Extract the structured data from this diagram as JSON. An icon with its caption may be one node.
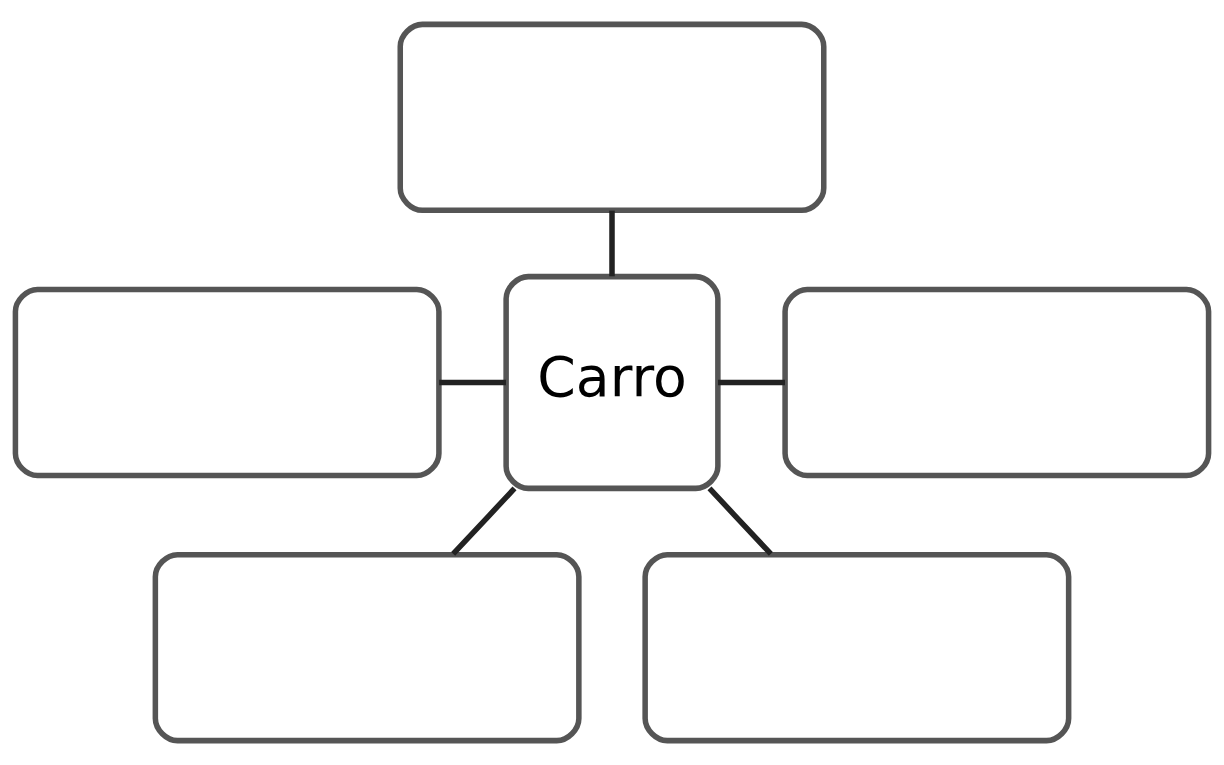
{
  "diagram": {
    "nodes": [
      {
        "text": [],
        "shape": "box"
      },
      {
        "text": [],
        "shape": "box"
      },
      {
        "text": [
          "Carro"
        ]
      },
      {
        "text": [],
        "shape": "box"
      },
      {
        "text": [],
        "shape": "box"
      },
      {
        "text": [],
        "shape": "box"
      }
    ],
    "edges": [
      {
        "from": 0,
        "to": 2,
        "arrow": "none"
      },
      {
        "from": 2,
        "to": 1,
        "arrow": "none"
      },
      {
        "from": 2,
        "to": 3,
        "arrow": "none"
      },
      {
        "from": 2,
        "to": 4,
        "arrow": "none"
      },
      {
        "from": 2,
        "to": 5,
        "arrow": "none"
      }
    ]
  }
}
